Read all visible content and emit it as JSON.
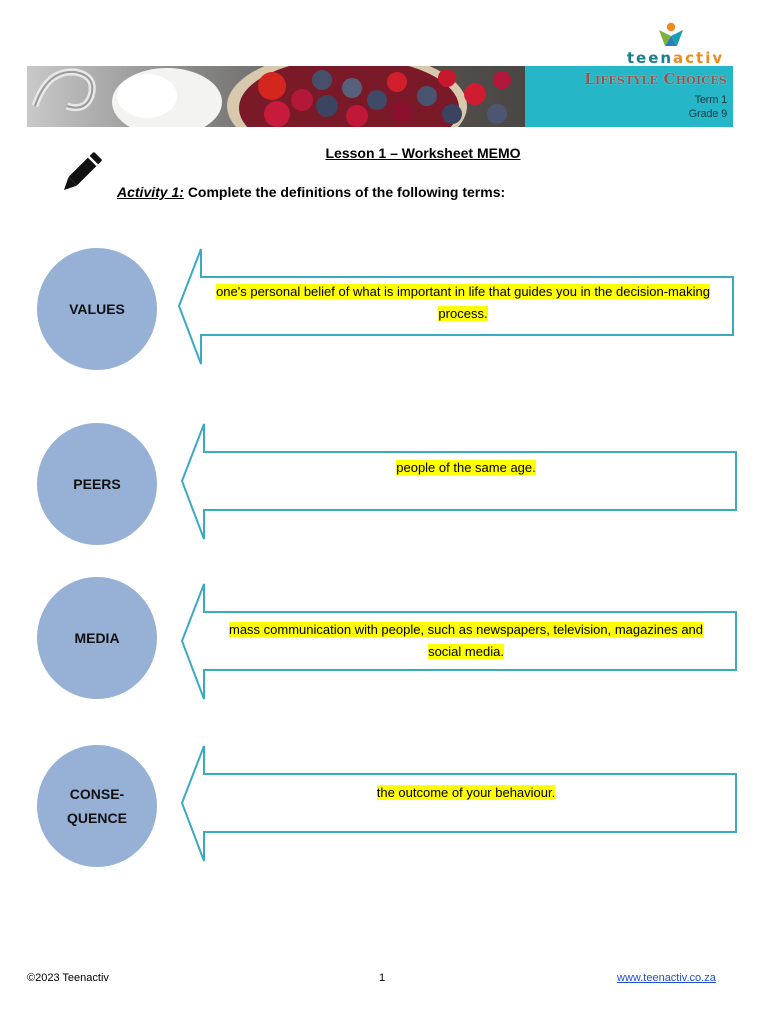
{
  "logo": {
    "part1": "teen",
    "part2": "activ",
    "colors": {
      "teen": "#1a7f8e",
      "activ": "#f08a1c",
      "mark_orange": "#f08a1c",
      "mark_green": "#7fb13d",
      "mark_teal": "#1a9fb0"
    }
  },
  "banner": {
    "title": "Lifestyle Choices",
    "term": "Term 1",
    "grade": "Grade 9",
    "panel_color": "#25b6c8"
  },
  "lesson_title": "Lesson 1 – Worksheet MEMO",
  "activity": {
    "label": "Activity 1:",
    "instruction": "Complete the definitions of the following terms:"
  },
  "terms": [
    {
      "term": "VALUES",
      "definition": "one's personal belief of what is important in life that guides you in the decision-making process."
    },
    {
      "term": "PEERS",
      "definition": "people of the same age."
    },
    {
      "term": "MEDIA",
      "definition": "mass communication with people, such as newspapers, television, magazines and social media."
    },
    {
      "term_line1": "CONSE-",
      "term_line2": "QUENCE",
      "definition": "the outcome of your behaviour."
    }
  ],
  "footer": {
    "copyright": "©2023 Teenactiv",
    "page": "1",
    "website": "www.teenactiv.co.za"
  },
  "colors": {
    "circle": "#96b0d6",
    "arrow_stroke": "#3aaac2",
    "highlight": "#ffff00"
  }
}
